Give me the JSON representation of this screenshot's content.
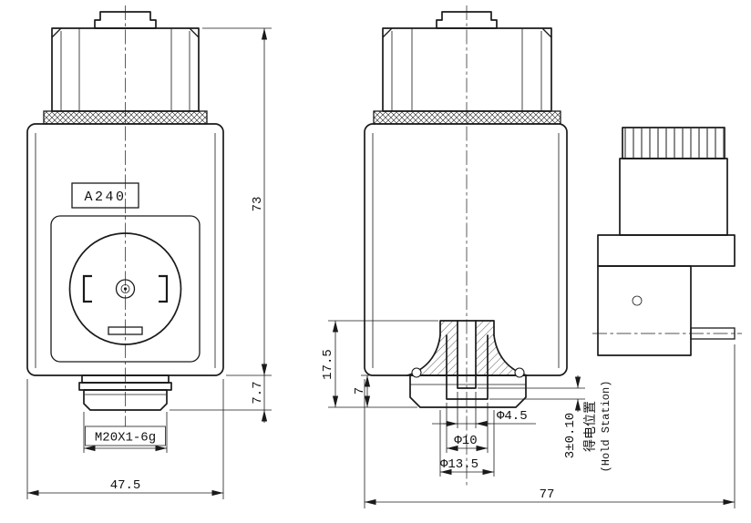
{
  "colors": {
    "ink": "#1a1a1a",
    "paper": "#ffffff"
  },
  "drawing": {
    "coil_model": "A240",
    "front_view": {
      "overall_height": "73",
      "neck_height": "7.7",
      "thread_spec": "M20X1-6g",
      "overall_width": "47.5"
    },
    "side_view": {
      "tube_depth": "17.5",
      "collar_height": "7",
      "bore_dia": "Φ4.5",
      "tube_dia": "Φ10",
      "flange_dia": "Φ13.5",
      "stroke_tolerance": "3±0.10",
      "hold_station_cn": "得电位置",
      "hold_station_en": "(Hold Station)",
      "overall_width": "77"
    }
  }
}
